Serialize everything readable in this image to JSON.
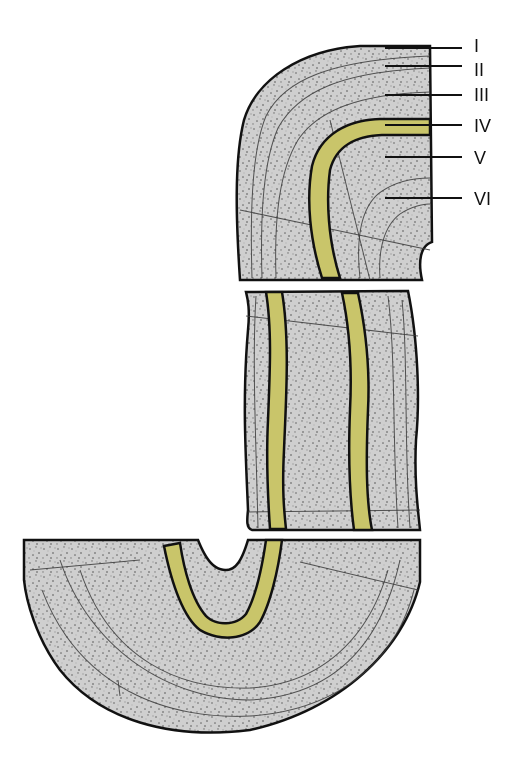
{
  "labels": [
    "I",
    "II",
    "III",
    "IV",
    "V",
    "VI"
  ],
  "colors": {
    "tissue": "#cfcfcf",
    "tissue_dark": "#8a8a8a",
    "highlight_band": "#c9c56a",
    "outline": "#111111",
    "background": "#ffffff"
  }
}
